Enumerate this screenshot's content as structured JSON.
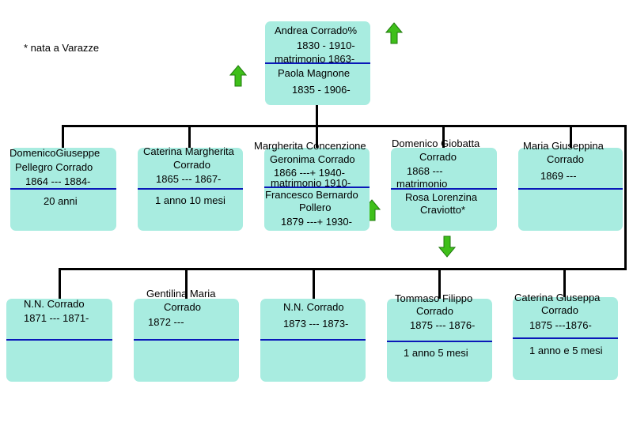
{
  "note": "* nata a Varazze",
  "colors": {
    "box": "#a8ece0",
    "separator": "#0a18b8",
    "arrow": "#3fbf1a",
    "line": "#000000"
  },
  "root": {
    "name": "Andrea Corrado%",
    "dates": "1830 - 1910-",
    "marriage": "matrimonio 1863-",
    "spouse": "Paola Magnone",
    "spouse_dates": "1835 - 1906-"
  },
  "children": [
    {
      "name1": "DomenicoGiuseppe",
      "name2": "Pellegro Corrado",
      "dates": "1864 --- 1884-",
      "note": "20 anni"
    },
    {
      "name1": "Caterina Margherita",
      "name2": "Corrado",
      "dates": "1865 --- 1867-",
      "note": "1 anno 10 mesi"
    },
    {
      "name1": "Margherita Concenzione",
      "name2": "Geronima Corrado",
      "dates": "1866 ---+ 1940-",
      "marriage": "matrimonio 1910-",
      "spouse1": "Francesco Bernardo",
      "spouse2": "Pollero",
      "spouse_dates": "1879 ---+ 1930-"
    },
    {
      "name1": "Domenico Giobatta",
      "name2": "Corrado",
      "dates": "1868 ---",
      "marriage": "matrimonio",
      "spouse1": "Rosa Lorenzina",
      "spouse2": "Craviotto*"
    },
    {
      "name1": "Maria Giuseppina",
      "name2": "Corrado",
      "dates": "1869 ---"
    },
    {
      "name": "N.N. Corrado",
      "dates": "1871 --- 1871-"
    },
    {
      "name1": "Gentilina Maria",
      "name2": "Corrado",
      "dates": "1872 ---"
    },
    {
      "name": "N.N. Corrado",
      "dates": "1873 --- 1873-"
    },
    {
      "name1": "Tommaso Filippo",
      "name2": "Corrado",
      "dates": "1875 --- 1876-",
      "note": "1 anno 5 mesi"
    },
    {
      "name1": "Caterina Giuseppa",
      "name2": "Corrado",
      "dates": "1875 ---1876-",
      "note": "1 anno e 5 mesi"
    }
  ]
}
